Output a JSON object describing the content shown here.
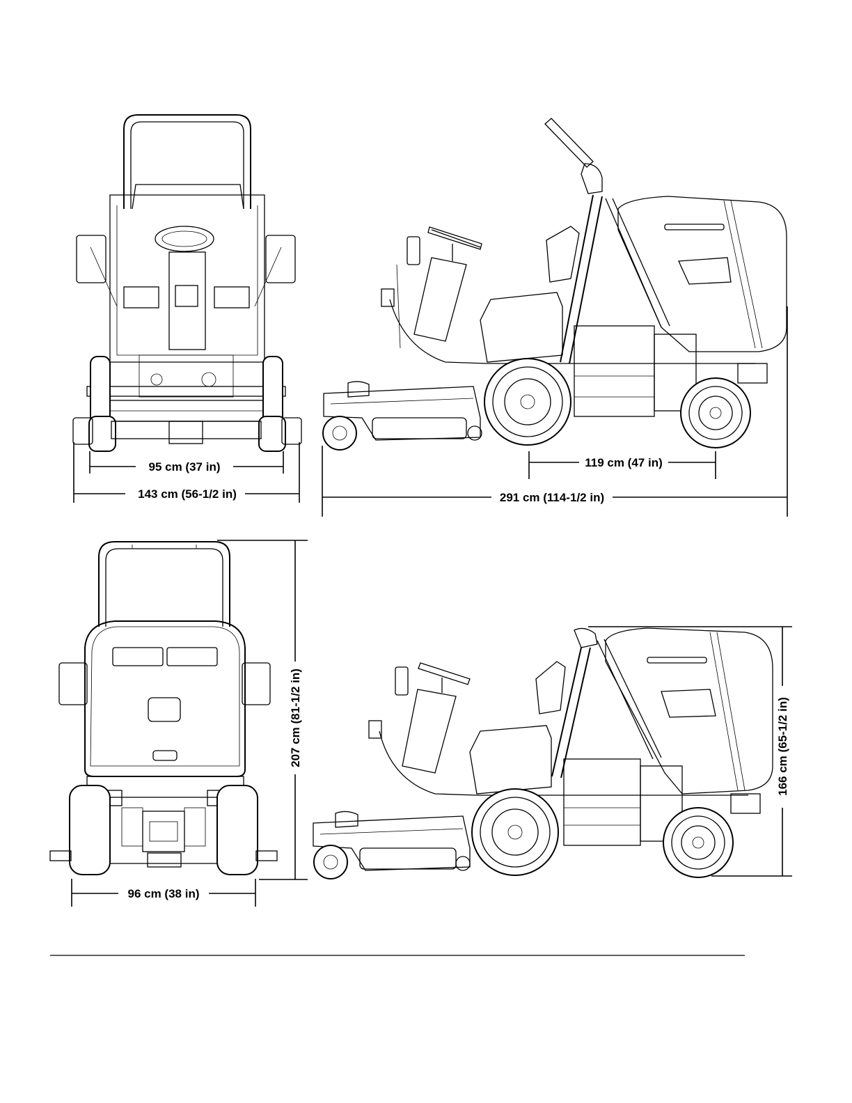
{
  "dimensions": {
    "front_track": "95 cm (37 in)",
    "front_overall_width": "143 cm (56-1/2 in)",
    "wheelbase": "119 cm (47 in)",
    "overall_length": "291 cm (114-1/2 in)",
    "overall_height_raised": "207 cm (81-1/2 in)",
    "rear_width": "96 cm (38 in)",
    "overall_height_lowered": "166 cm (65-1/2 in)"
  }
}
